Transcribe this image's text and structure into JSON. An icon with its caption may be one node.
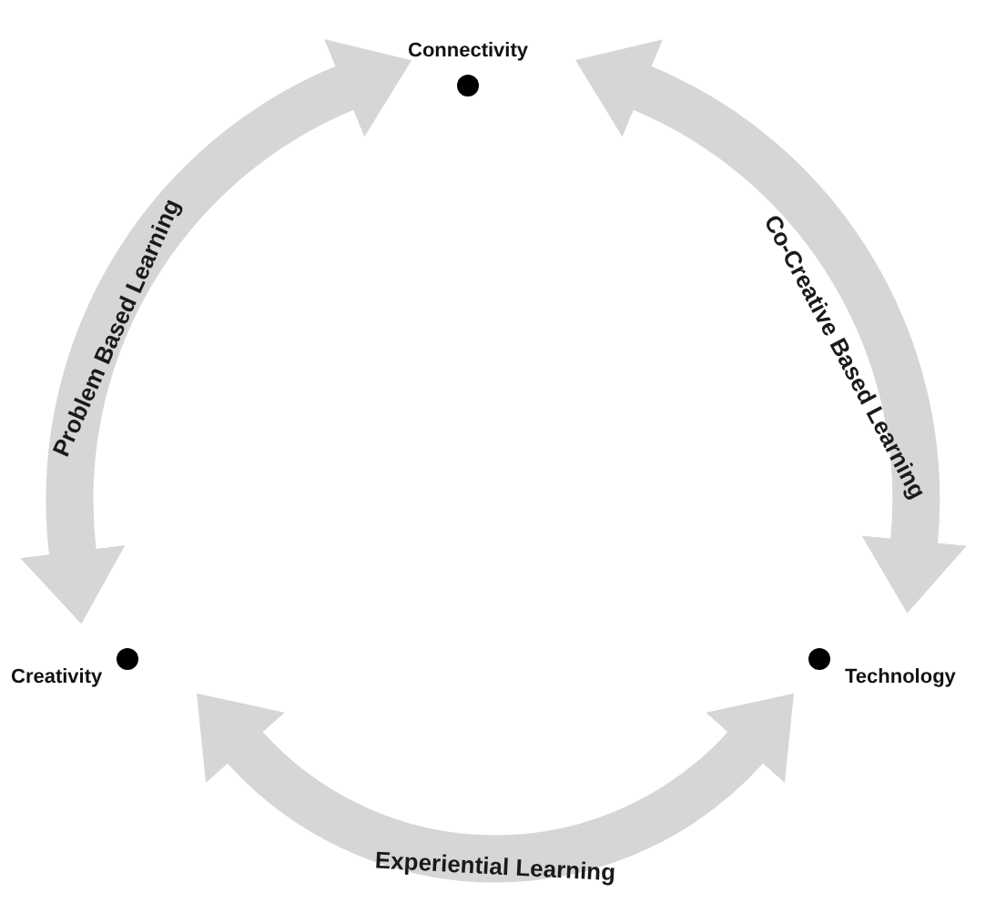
{
  "diagram": {
    "nodes": [
      {
        "text": [
          "Connectivity"
        ]
      },
      {
        "text": [
          "Creativity"
        ]
      },
      {
        "text": [
          "Technology"
        ]
      }
    ],
    "edges": [
      {
        "from": 1,
        "to": 0,
        "arrow": "both",
        "label": "Problem Based Learning"
      },
      {
        "from": 0,
        "to": 2,
        "arrow": "both",
        "label": "Co-Creative Based Learning"
      },
      {
        "from": 1,
        "to": 2,
        "arrow": "both",
        "label": "Experiential Learning"
      }
    ]
  }
}
